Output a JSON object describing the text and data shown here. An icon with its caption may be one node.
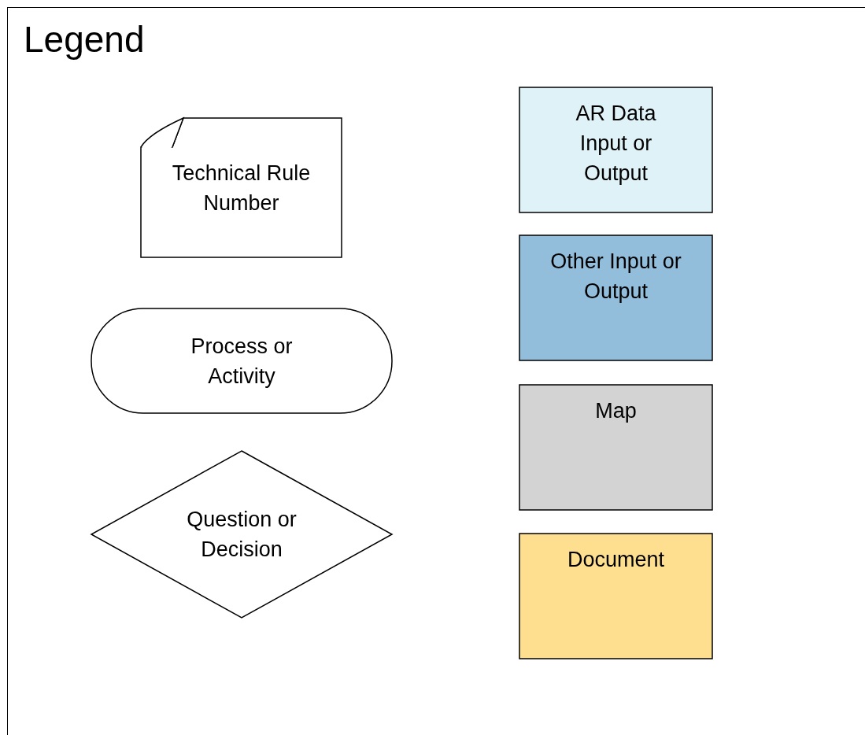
{
  "diagram": {
    "nodes": [
      {
        "text": [
          "Legend"
        ]
      },
      {
        "text": [
          "Technical Rule Number"
        ],
        "in": 0
      },
      {
        "text": [
          "Process or Activity"
        ],
        "in": 0
      },
      {
        "text": [
          "Question or Decision"
        ],
        "in": 0
      },
      {
        "text": [
          "AR Data Input or Output"
        ],
        "in": 0
      },
      {
        "text": [
          "Other Input or Output"
        ],
        "in": 0
      },
      {
        "text": [
          "Map"
        ],
        "in": 0
      },
      {
        "text": [
          "Document"
        ],
        "in": 0
      }
    ],
    "edges": []
  }
}
